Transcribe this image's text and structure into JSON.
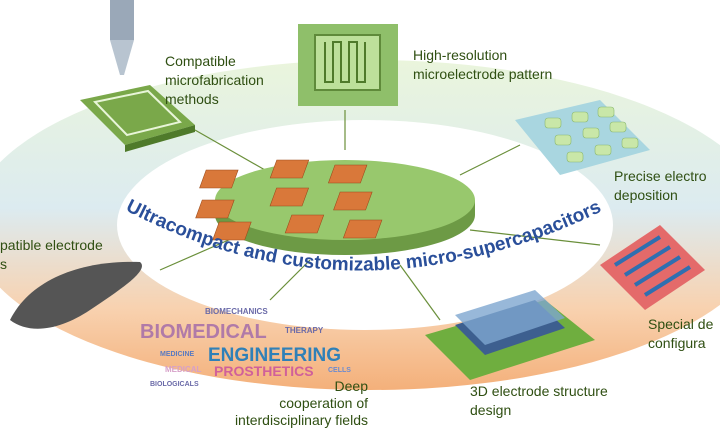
{
  "title": "Ultracompact and customizable micro-supercapacitors",
  "labels": {
    "microfabrication": "Compatible\nmicrofabrication\nmethods",
    "pattern": "High-resolution\nmicroelectrode pattern",
    "deposition": "Precise electro\ndeposition",
    "electrode": "patible electrode\ns",
    "config": "Special de\nconfigura",
    "interdisciplinary": "Deep\ncooperation of\ninterdisciplinary fields",
    "structure3d": "3D electrode structure\ndesign"
  },
  "word_cloud": [
    "BIOMECHANICS",
    "BIOMEDICAL",
    "THERAPY",
    "MEDICINE",
    "ENGINEERING",
    "MEDICAL",
    "PROSTHETICS",
    "CELLS",
    "BIOLOGICALS"
  ],
  "colors": {
    "title": "#2a4f9a",
    "label": "#2f4f12",
    "disk": "#8fc26a",
    "electrode": "#d9783a",
    "ring_top": "#dff0c8",
    "ring_bottom": "#f6c49a"
  }
}
